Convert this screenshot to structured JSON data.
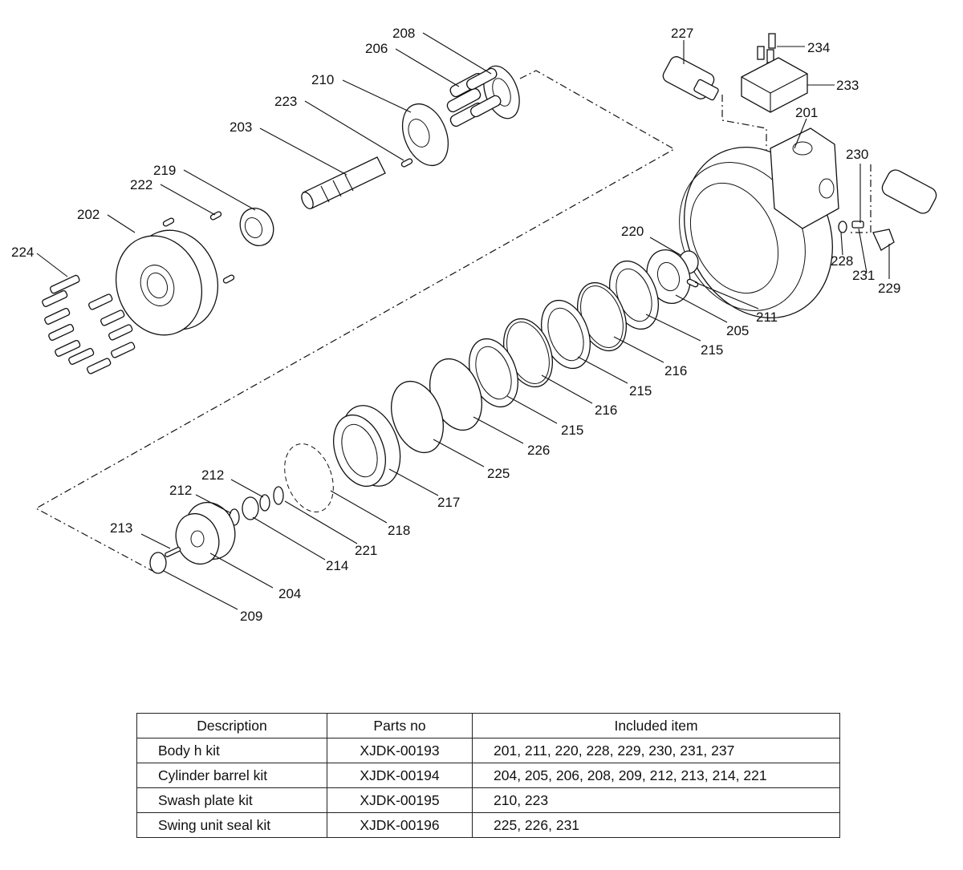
{
  "callouts": [
    {
      "id": "c208",
      "label": "208"
    },
    {
      "id": "c206",
      "label": "206"
    },
    {
      "id": "c210",
      "label": "210"
    },
    {
      "id": "c223",
      "label": "223"
    },
    {
      "id": "c203",
      "label": "203"
    },
    {
      "id": "c219",
      "label": "219"
    },
    {
      "id": "c222",
      "label": "222"
    },
    {
      "id": "c202",
      "label": "202"
    },
    {
      "id": "c224",
      "label": "224"
    },
    {
      "id": "c227",
      "label": "227"
    },
    {
      "id": "c234",
      "label": "234"
    },
    {
      "id": "c233",
      "label": "233"
    },
    {
      "id": "c201",
      "label": "201"
    },
    {
      "id": "c230",
      "label": "230"
    },
    {
      "id": "c220",
      "label": "220"
    },
    {
      "id": "c228",
      "label": "228"
    },
    {
      "id": "c231",
      "label": "231"
    },
    {
      "id": "c229",
      "label": "229"
    },
    {
      "id": "c211",
      "label": "211"
    },
    {
      "id": "c205",
      "label": "205"
    },
    {
      "id": "c215a",
      "label": "215"
    },
    {
      "id": "c216a",
      "label": "216"
    },
    {
      "id": "c215b",
      "label": "215"
    },
    {
      "id": "c216b",
      "label": "216"
    },
    {
      "id": "c215c",
      "label": "215"
    },
    {
      "id": "c226",
      "label": "226"
    },
    {
      "id": "c225",
      "label": "225"
    },
    {
      "id": "c217",
      "label": "217"
    },
    {
      "id": "c218",
      "label": "218"
    },
    {
      "id": "c221",
      "label": "221"
    },
    {
      "id": "c212a",
      "label": "212"
    },
    {
      "id": "c212b",
      "label": "212"
    },
    {
      "id": "c214",
      "label": "214"
    },
    {
      "id": "c213",
      "label": "213"
    },
    {
      "id": "c204",
      "label": "204"
    },
    {
      "id": "c209",
      "label": "209"
    }
  ],
  "table": {
    "headers": [
      "Description",
      "Parts no",
      "Included item"
    ],
    "rows": [
      {
        "description": "Body h kit",
        "parts_no": "XJDK-00193",
        "items": "201, 211, 220, 228, 229, 230, 231, 237"
      },
      {
        "description": "Cylinder barrel kit",
        "parts_no": "XJDK-00194",
        "items": "204, 205, 206, 208, 209, 212, 213, 214, 221"
      },
      {
        "description": "Swash plate kit",
        "parts_no": "XJDK-00195",
        "items": "210, 223"
      },
      {
        "description": "Swing unit seal kit",
        "parts_no": "XJDK-00196",
        "items": "225, 226, 231"
      }
    ]
  }
}
